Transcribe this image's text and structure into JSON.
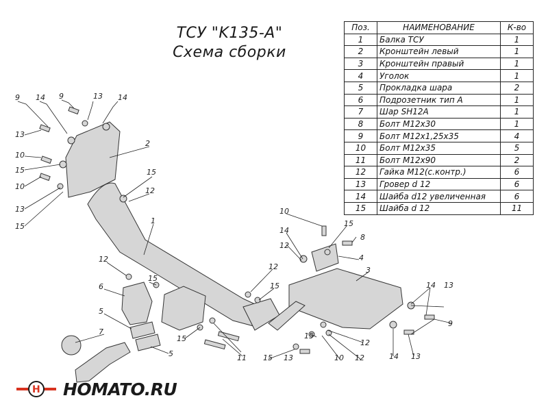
{
  "title_line1": "ТСУ \"K135-A\"",
  "title_line2": "Схема сборки",
  "table": {
    "headers": [
      "Поз.",
      "НАИМЕНОВАНИЕ",
      "К-во"
    ],
    "rows": [
      {
        "pos": "1",
        "name": "Балка ТСУ",
        "qty": "1"
      },
      {
        "pos": "2",
        "name": "Кронштейн левый",
        "qty": "1"
      },
      {
        "pos": "3",
        "name": "Кронштейн правый",
        "qty": "1"
      },
      {
        "pos": "4",
        "name": "Уголок",
        "qty": "1"
      },
      {
        "pos": "5",
        "name": "Прокладка шара",
        "qty": "2"
      },
      {
        "pos": "6",
        "name": "Подрозетник тип А",
        "qty": "1"
      },
      {
        "pos": "7",
        "name": "Шар SH12A",
        "qty": "1"
      },
      {
        "pos": "8",
        "name": "Болт М12х30",
        "qty": "1"
      },
      {
        "pos": "9",
        "name": "Болт М12х1,25х35",
        "qty": "4"
      },
      {
        "pos": "10",
        "name": "Болт М12х35",
        "qty": "5"
      },
      {
        "pos": "11",
        "name": "Болт М12х90",
        "qty": "2"
      },
      {
        "pos": "12",
        "name": "Гайка М12(с.контр.)",
        "qty": "6"
      },
      {
        "pos": "13",
        "name": "Гровер d 12",
        "qty": "6"
      },
      {
        "pos": "14",
        "name": "Шайба d12 увеличенная",
        "qty": "6"
      },
      {
        "pos": "15",
        "name": "Шайба d 12",
        "qty": "11"
      }
    ]
  },
  "labels": [
    "9",
    "14",
    "9",
    "13",
    "14",
    "13",
    "10",
    "15",
    "10",
    "13",
    "15",
    "2",
    "15",
    "12",
    "1",
    "12",
    "15",
    "6",
    "5",
    "7",
    "5",
    "15",
    "11",
    "12",
    "15",
    "10",
    "14",
    "15",
    "12",
    "8",
    "4",
    "3",
    "12",
    "14",
    "13",
    "9",
    "15",
    "10",
    "12",
    "14",
    "15",
    "13",
    "13"
  ],
  "logo_text": "HOMATO.RU",
  "colors": {
    "logo_red": "#d8321f",
    "part_fill": "#d6d6d6",
    "part_stroke": "#333333"
  }
}
